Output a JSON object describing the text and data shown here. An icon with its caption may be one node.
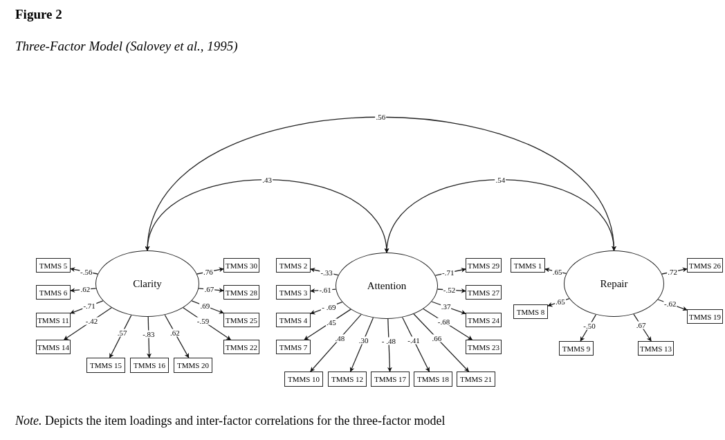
{
  "diagram": {
    "title": "Figure 2",
    "labels": [
      "Three-Factor Model (Salovey et al., 1995)"
    ],
    "caption": "*Note.* Depicts the item loadings and inter-factor correlations for the three-factor model",
    "nodes": [
      {
        "text": [
          "Clarity"
        ]
      },
      {
        "text": [
          "Attention"
        ]
      },
      {
        "text": [
          "Repair"
        ]
      },
      {
        "text": [
          "TMMS 5"
        ]
      },
      {
        "text": [
          "TMMS 6"
        ]
      },
      {
        "text": [
          "TMMS 11"
        ]
      },
      {
        "text": [
          "TMMS 14"
        ]
      },
      {
        "text": [
          "TMMS 15"
        ]
      },
      {
        "text": [
          "TMMS 16"
        ]
      },
      {
        "text": [
          "TMMS 20"
        ]
      },
      {
        "text": [
          "TMMS 22"
        ]
      },
      {
        "text": [
          "TMMS 25"
        ]
      },
      {
        "text": [
          "TMMS 28"
        ]
      },
      {
        "text": [
          "TMMS 30"
        ]
      },
      {
        "text": [
          "TMMS 2"
        ]
      },
      {
        "text": [
          "TMMS 3"
        ]
      },
      {
        "text": [
          "TMMS 4"
        ]
      },
      {
        "text": [
          "TMMS 7"
        ]
      },
      {
        "text": [
          "TMMS 10"
        ]
      },
      {
        "text": [
          "TMMS 12"
        ]
      },
      {
        "text": [
          "TMMS 17"
        ]
      },
      {
        "text": [
          "TMMS 18"
        ]
      },
      {
        "text": [
          "TMMS 21"
        ]
      },
      {
        "text": [
          "TMMS 23"
        ]
      },
      {
        "text": [
          "TMMS 24"
        ]
      },
      {
        "text": [
          "TMMS 27"
        ]
      },
      {
        "text": [
          "TMMS 29"
        ]
      },
      {
        "text": [
          "TMMS 1"
        ]
      },
      {
        "text": [
          "TMMS 8"
        ]
      },
      {
        "text": [
          "TMMS 9"
        ]
      },
      {
        "text": [
          "TMMS 13"
        ]
      },
      {
        "text": [
          "TMMS 19"
        ]
      },
      {
        "text": [
          "TMMS 26"
        ]
      }
    ],
    "edges": [
      {
        "from": 0,
        "to": 1,
        "arrow": "both",
        "label": ".43"
      },
      {
        "from": 1,
        "to": 2,
        "arrow": "both",
        "label": ".54"
      },
      {
        "from": 0,
        "to": 2,
        "arrow": "both",
        "label": ".56"
      },
      {
        "from": 0,
        "to": 3,
        "arrow": "to",
        "label": "-.56"
      },
      {
        "from": 0,
        "to": 4,
        "arrow": "to",
        "label": ".62"
      },
      {
        "from": 0,
        "to": 5,
        "arrow": "to",
        "label": "-.71"
      },
      {
        "from": 0,
        "to": 6,
        "arrow": "to",
        "label": "-.42"
      },
      {
        "from": 0,
        "to": 7,
        "arrow": "to",
        "label": ".57"
      },
      {
        "from": 0,
        "to": 8,
        "arrow": "to",
        "label": "-.83"
      },
      {
        "from": 0,
        "to": 9,
        "arrow": "to",
        "label": ".62"
      },
      {
        "from": 0,
        "to": 10,
        "arrow": "to",
        "label": "-.59"
      },
      {
        "from": 0,
        "to": 11,
        "arrow": "to",
        "label": ".69"
      },
      {
        "from": 0,
        "to": 12,
        "arrow": "to",
        "label": ".67"
      },
      {
        "from": 0,
        "to": 13,
        "arrow": "to",
        "label": ".76"
      },
      {
        "from": 1,
        "to": 14,
        "arrow": "to",
        "label": "-.33"
      },
      {
        "from": 1,
        "to": 15,
        "arrow": "to",
        "label": "-.61"
      },
      {
        "from": 1,
        "to": 16,
        "arrow": "to",
        "label": "- .69"
      },
      {
        "from": 1,
        "to": 17,
        "arrow": "to",
        "label": ".45"
      },
      {
        "from": 1,
        "to": 18,
        "arrow": "to",
        "label": ".48"
      },
      {
        "from": 1,
        "to": 19,
        "arrow": "to",
        "label": ".30"
      },
      {
        "from": 1,
        "to": 20,
        "arrow": "to",
        "label": "- .48"
      },
      {
        "from": 1,
        "to": 21,
        "arrow": "to",
        "label": "-.41"
      },
      {
        "from": 1,
        "to": 22,
        "arrow": "to",
        "label": ".66"
      },
      {
        "from": 1,
        "to": 23,
        "arrow": "to",
        "label": "-.68"
      },
      {
        "from": 1,
        "to": 24,
        "arrow": "to",
        "label": ".37"
      },
      {
        "from": 1,
        "to": 25,
        "arrow": "to",
        "label": "-.52"
      },
      {
        "from": 1,
        "to": 26,
        "arrow": "to",
        "label": "-.71"
      },
      {
        "from": 2,
        "to": 27,
        "arrow": "to",
        "label": ".65"
      },
      {
        "from": 2,
        "to": 28,
        "arrow": "to",
        "label": ".65"
      },
      {
        "from": 2,
        "to": 29,
        "arrow": "to",
        "label": "-.50"
      },
      {
        "from": 2,
        "to": 30,
        "arrow": "to",
        "label": ".67"
      },
      {
        "from": 2,
        "to": 31,
        "arrow": "to",
        "label": "-.62"
      },
      {
        "from": 2,
        "to": 32,
        "arrow": "to",
        "label": ".72"
      }
    ]
  }
}
